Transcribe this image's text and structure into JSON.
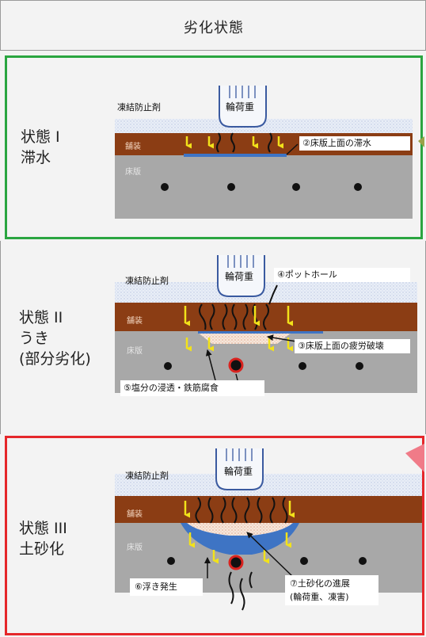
{
  "header": {
    "title": "劣化状態"
  },
  "colors": {
    "green_frame": "#2aa540",
    "red_frame": "#e5272a",
    "asphalt": "#8b3d14",
    "deck": "#a8a8a8",
    "water": "#3e74c4",
    "arrow": "#f2e21a",
    "salt_dots": "#d9d9f0"
  },
  "panels": [
    {
      "state_label": "状態 I\n滞水",
      "tags": {
        "antifreeze": "凍結防止剤",
        "wheel_load": "輪荷重",
        "pavement": "舗装",
        "deck": "床版",
        "callout": "②床版上面の滞水"
      }
    },
    {
      "state_label": "状態 II\nうき\n(部分劣化)",
      "tags": {
        "antifreeze": "凍結防止剤",
        "wheel_load": "輪荷重",
        "pavement": "舗装",
        "deck": "床版",
        "callout_pothole": "④ポットホール",
        "callout_fatigue": "③床版上面の疲労破壊",
        "callout_salt": "⑤塩分の浸透・鉄筋腐食"
      }
    },
    {
      "state_label": "状態 III\n土砂化",
      "tags": {
        "antifreeze": "凍結防止剤",
        "wheel_load": "輪荷重",
        "pavement": "舗装",
        "deck": "床版",
        "callout_float": "⑥浮き発生",
        "callout_soil_line1": "⑦土砂化の進展",
        "callout_soil_line2": "(輪荷重、凍害)"
      }
    }
  ]
}
